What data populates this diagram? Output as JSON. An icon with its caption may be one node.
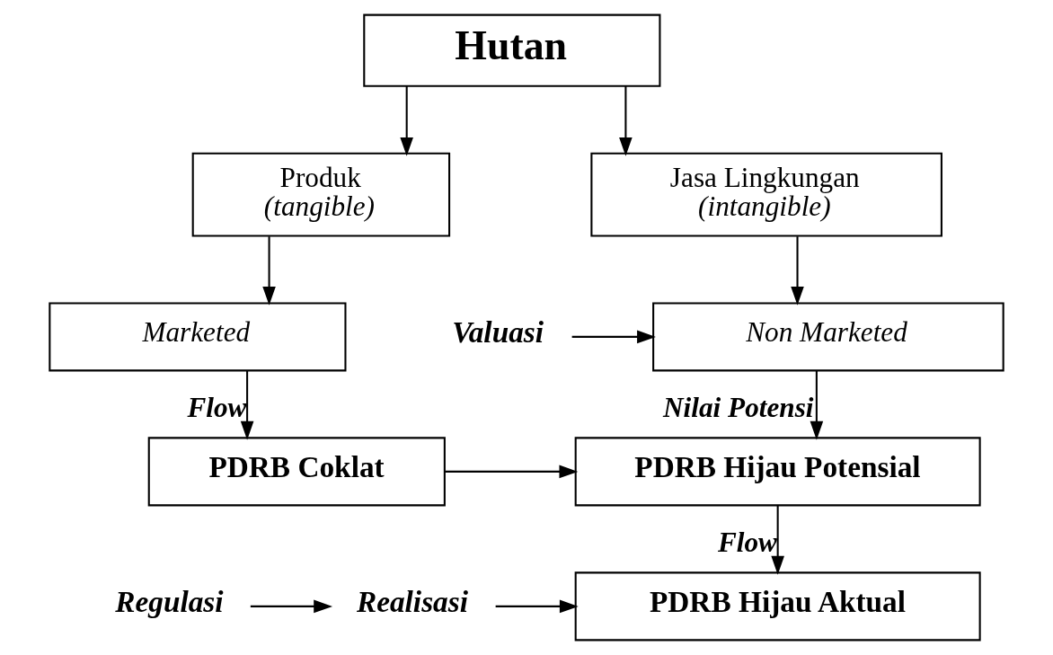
{
  "diagram": {
    "nodes": [
      {
        "text": [
          "Hutan"
        ]
      },
      {
        "text": [
          "Produk",
          "(tangible)"
        ]
      },
      {
        "text": [
          "Jasa Lingkungan",
          "(intangible)"
        ]
      },
      {
        "text": [
          "Marketed"
        ]
      },
      {
        "text": [
          "Non Marketed"
        ]
      },
      {
        "text": [
          "PDRB Coklat"
        ]
      },
      {
        "text": [
          "PDRB Hijau Potensial"
        ]
      },
      {
        "text": [
          "PDRB Hijau Aktual"
        ]
      },
      {
        "text": [
          "Valuasi"
        ]
      },
      {
        "text": [
          "Regulasi"
        ]
      },
      {
        "text": [
          "Realisasi"
        ]
      }
    ],
    "edges": [
      {
        "from": 0,
        "to": 1,
        "arrow": "to"
      },
      {
        "from": 0,
        "to": 2,
        "arrow": "to"
      },
      {
        "from": 1,
        "to": 3,
        "arrow": "to"
      },
      {
        "from": 2,
        "to": 4,
        "arrow": "to"
      },
      {
        "from": 3,
        "to": 5,
        "label": "Flow",
        "arrow": "to"
      },
      {
        "from": 4,
        "to": 6,
        "label": "Nilai Potensi",
        "arrow": "to"
      },
      {
        "from": 5,
        "to": 6,
        "arrow": "to"
      },
      {
        "from": 6,
        "to": 7,
        "label": "Flow",
        "arrow": "to"
      },
      {
        "from": 8,
        "to": 4,
        "arrow": "to"
      },
      {
        "from": 9,
        "to": 10,
        "arrow": "to"
      },
      {
        "from": 10,
        "to": 7,
        "arrow": "to"
      }
    ]
  }
}
